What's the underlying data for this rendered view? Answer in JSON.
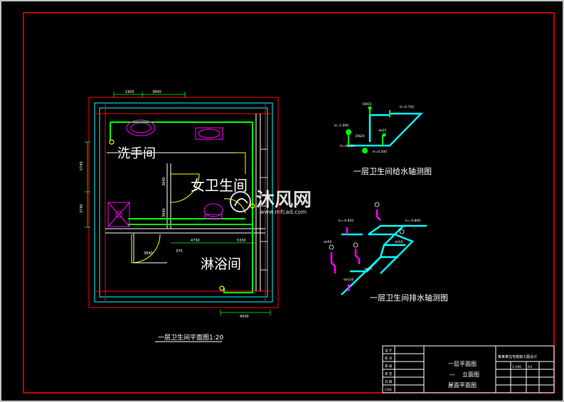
{
  "plan": {
    "room_washroom": "洗手间",
    "room_women_toilet": "女卫生间",
    "room_shower": "淋浴间",
    "title": "一层卫生间平面图1:20",
    "dims": {
      "top_a": "1905",
      "top_b": "3840",
      "left_a": "5740",
      "left_b": "3740",
      "inner_a": "3840",
      "inner_b": "3840",
      "mid_a": "4730",
      "mid_b": "5330",
      "shower_a": "3840",
      "shower_b": "370",
      "bottom": "4500"
    }
  },
  "supply_iso": {
    "title": "一层卫生间给水轴测图",
    "labels": [
      "H=0.750",
      "DN15",
      "H=1.000",
      "DN20",
      "H=0.250",
      "de25",
      "H=0.500"
    ]
  },
  "drain_iso": {
    "title": "一层卫生间排水轴测图",
    "labels": [
      "h=-0.850",
      "de50",
      "de75",
      "de110",
      "h=-0.800",
      "de50"
    ]
  },
  "watermark": {
    "main": "沐风网",
    "url": "www.mfcad.com"
  },
  "titleblock": {
    "drawing_names": [
      "一层平面图",
      "立面图",
      "屋面平面图"
    ],
    "drawing_dash": "—",
    "left_rows": [
      "设 计",
      "校 对",
      "审 核",
      "审 定",
      "日 期",
      "CAD"
    ],
    "project": "某某某住宅楼施工图设计",
    "scale": "1:100",
    "code": "A3"
  },
  "colors": {
    "background": "#000000",
    "frame": "#ff0000",
    "wall": "#00ffff",
    "hatch": "#ff00ff",
    "pipe_green": "#00ff00",
    "dim": "#00ff00",
    "text": "#ffffff",
    "fixture": "#ffff00"
  }
}
